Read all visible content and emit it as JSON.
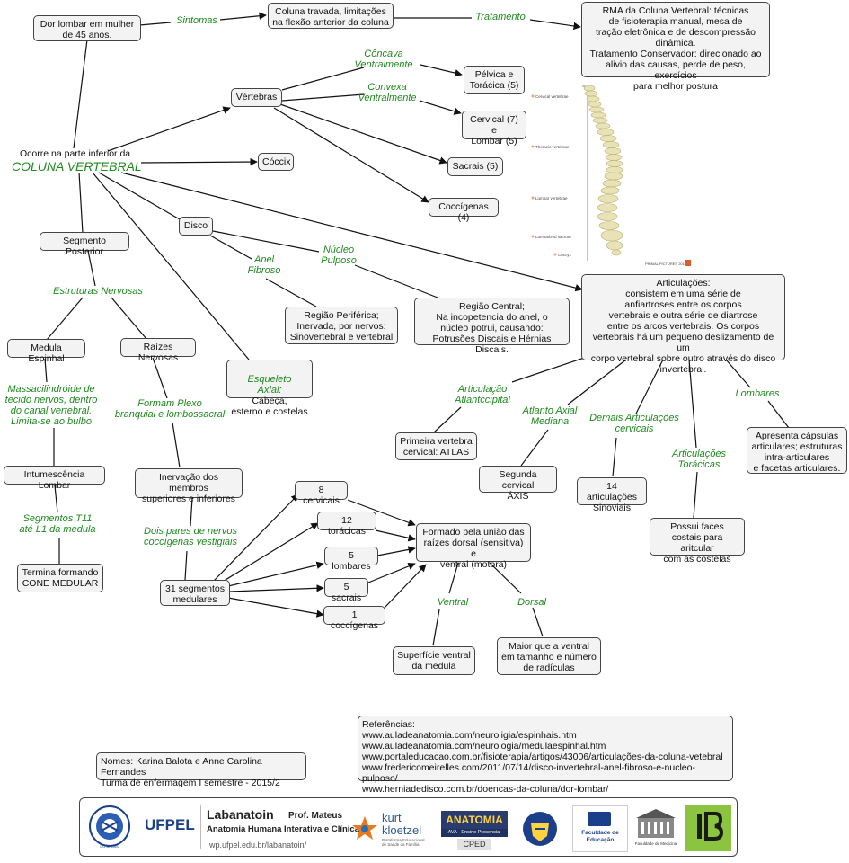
{
  "colors": {
    "label_green": "#1e8a1e",
    "node_fill": "#f3f3f3",
    "node_border": "#444444",
    "arrow": "#111111"
  },
  "nodes": {
    "dor_lombar": "Dor lombar em mulher\nde 45 anos.",
    "coluna_travada": "Coluna travada, limitações\nna flexão anterior da coluna",
    "rma": "RMA da Coluna Vertebral: técnicas\nde fisioterapia manual, mesa de\ntração eletrônica e de descompressão\ndinâmica.\nTratamento Conservador: direcionado ao\nalivio das causas, perde de peso, exercícios\npara melhor postura",
    "vertebras": "Vértebras",
    "pelvica": "Pélvica e\nTorácica (5)",
    "cervical_lombar": "Cervical (7) e\nLombar (5)",
    "sacrais": "Sacrais (5)",
    "coccigenas": "Coccígenas (4)",
    "coccix": "Cóccix",
    "coluna_pre": "Ocorre na parte inferior da",
    "coluna_main": "COLUNA VERTEBRAL",
    "disco": "Disco",
    "segmento_posterior": "Segmento Posterior",
    "regiao_periferica": "Região Periférica;\nInervada, por nervos:\nSinovertebral e vertebral",
    "regiao_central": "Região Central;\nNa incopetencia do anel, o\nnúcleo potrui, causando:\nPotrusões Discais e Hérnias Discais.",
    "articulacoes": "Articulações:\nconsistem em uma série de\nanfiartroses entre os corpos\nvertebrais e outra série de diartrose\nentre os arcos vertebrais. Os corpos\nvertebrais há um pequeno deslizamento de um\ncorpo vertebral sobre outro através do disco\ninvertebral.",
    "medula_espinhal": "Medula Espinhal",
    "raizes_nervosas": "Raízes Nervosas",
    "esqueleto_title": "Esqueleto\nAxial:",
    "esqueleto_text": "Cabeça,\nesterno e costelas",
    "massacil": "Massacilindróide de\ntecido nervos, dentro\ndo canal vertebral.\nLimita-se ao bulbo",
    "intumescencia": "Intumescência Lombar",
    "segmentos_t11": "Segmentos T11\naté L1 da medula",
    "termina": "Termina formando\nCONE MEDULAR",
    "formam_plexo": "Formam Plexo\nbranquial e lombossacral",
    "inervacao": "Inervação dos membros\nsuperiores e inferiores",
    "dois_pares": "Dois pares de nervos\ncoccígenas vestigiais",
    "segmentos31": "31 segmentos\nmedulares",
    "cervicais8": "8 cervicais",
    "toracicas12": "12 torácicas",
    "lombares5": "5 lombares",
    "sacrais5": "5 sacrais",
    "coccigenas1": "1 coccígenas",
    "formado": "Formado pela união das\nraízes dorsal (sensitiva) e\nventral (motora)",
    "superficie": "Superfície ventral\nda medula",
    "maior": "Maior que a ventral\nem tamanho e número\nde radículas",
    "primeira_vertebra": "Primeira vertebra\ncervical: ATLAS",
    "segunda_cervical": "Segunda cervical\nÁXIS",
    "articulacoes14": "14 articulações\nSinoviais",
    "possui_faces": "Possui faces\ncostais para aritcular\ncom as costelas",
    "apresenta": "Apresenta cápsulas\narticulares; estruturas\nintra-articulares\ne facetas articulares.",
    "nomes": "Nomes: Karina Balota e Anne Carolina Fernandes\nTurma de enfermagem I semestre - 2015/2",
    "referencias": "Referências:\nwww.auladeanatomia.com/neuroligia/espinhais.htm\nwww.auladeanatomia.com/neurologia/medulaespinhal.htm\nwww.portaleducacao.com.br/fisioterapia/artigos/43006/articulações-da-coluna-vetebral\nwww.fredericomeirelles.com/2011/07/14/disco-invertebral-anel-fibroso-e-nucleo-pulposo/\nwww.herniadedisco.com.br/doencas-da-coluna/dor-lombar/"
  },
  "labels": {
    "sintomas": "Sintomas",
    "tratamento": "Tratamento",
    "concava": "Côncava\nVentralmente",
    "convexa": "Convexa\nVentralmente",
    "anel_fibroso": "Anel\nFibroso",
    "nucleo_pulposo": "Núcleo\nPulposo",
    "estruturas_nervosas": "Estruturas Nervosas",
    "articulacao_atlanto": "Articulação\nAtlantccipital",
    "atlanto_axial": "Atlanto Axial\nMediana",
    "demais_articulacoes": "Demais Articulações\ncervicais",
    "articulacoes_toracicas": "Articulações\nTorácicas",
    "lombares": "Lombares",
    "ventral": "Ventral",
    "dorsal": "Dorsal"
  },
  "spine_image": {
    "labels": [
      "Cervical vertebrae",
      "Thoracic vertebrae",
      "Lumbar vertebrae",
      "Lumbarized sacrum",
      "Coccyx"
    ],
    "credit": "PRIMAL PICTURES 2011"
  },
  "logos": {
    "ufpel": "UFPEL",
    "labanatoin": "Labanatoin",
    "prof": "Prof. Mateus",
    "anatomia_hi": "Anatomia Humana Interativa e Clínica",
    "url": "wp.ufpel.edu.br/labanatoin/",
    "kurt1": "kurt",
    "kurt2": "kloetzel",
    "kurt_sub": "Plataforma Educacional\nde Saúde da Família",
    "anatomia": "ANATOMIA",
    "ava": "AVA - Ensino Presencial",
    "cped": "CPED",
    "fae": "Faculdade de\nEducação",
    "medicina": "Faculdade de Medicina",
    "brasil": "DO BRASIL"
  }
}
